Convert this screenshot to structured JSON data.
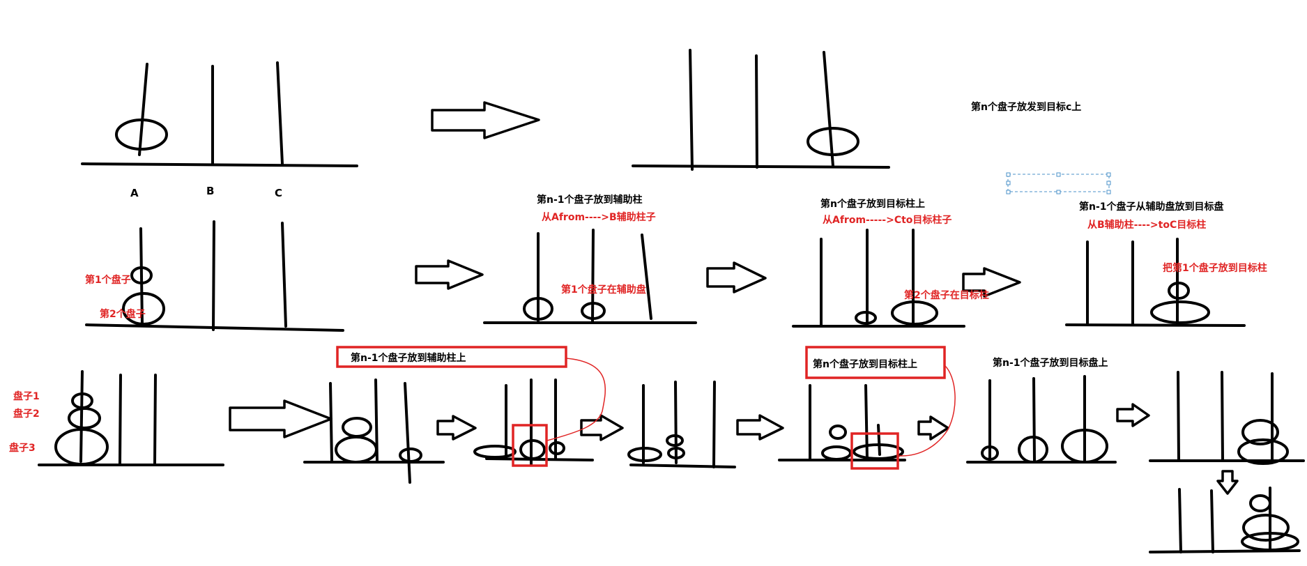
{
  "colors": {
    "ink": "#000000",
    "annotation": "#e02424",
    "selection": "#4a90c8"
  },
  "pegs": {
    "a": "A",
    "b": "B",
    "c": "C"
  },
  "single": {
    "result": "第n个盘子放发到目标c上"
  },
  "two": {
    "disk1": "第1个盘子",
    "disk2": "第2个盘子",
    "step1_title": "第n-1个盘子放到辅助柱",
    "step1_move": "从Afrom---->B辅助柱子",
    "step1_note": "第1个盘子在辅助盘",
    "step2_title": "第n个盘子放到目标柱上",
    "step2_move": "从Afrom----->Cto目标柱子",
    "step2_note": "第2个盘子在目标柱",
    "step3_title": "第n-1个盘子从辅助盘放到目标盘",
    "step3_move": "从B辅助柱---->toC目标柱",
    "step3_note": "把第1个盘子放到目标柱"
  },
  "three": {
    "disk1": "盘子1",
    "disk2": "盘子2",
    "disk3": "盘子3",
    "box1": "第n-1个盘子放到辅助柱上",
    "box2": "第n个盘子放到目标柱上",
    "step3": "第n-1个盘子放到目标盘上"
  }
}
